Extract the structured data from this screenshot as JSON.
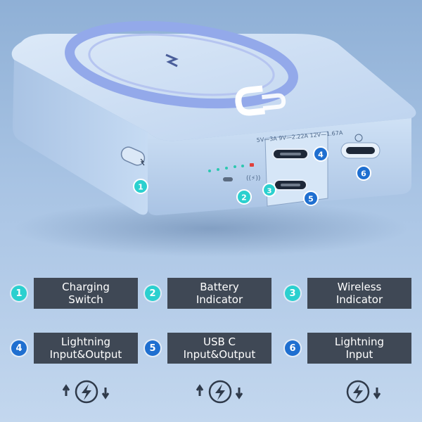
{
  "product": {
    "port_spec_text": "5V—3A  9V—2.22A  12V—1.67A",
    "device_color": "#c8dcf3",
    "ring_color": "#8fa8e6"
  },
  "callouts": [
    {
      "number": "1",
      "line1": "Charging",
      "line2": "Switch"
    },
    {
      "number": "2",
      "line1": "Battery",
      "line2": "Indicator"
    },
    {
      "number": "3",
      "line1": "Wireless",
      "line2": "Indicator"
    },
    {
      "number": "4",
      "line1": "Lightning",
      "line2": "Input&Output"
    },
    {
      "number": "5",
      "line1": "USB C",
      "line2": "Input&Output"
    },
    {
      "number": "6",
      "line1": "Lightning",
      "line2": "Input"
    }
  ],
  "bottom_icons": [
    {
      "name": "bidirectional-charge-icon"
    },
    {
      "name": "bidirectional-charge-icon"
    },
    {
      "name": "input-charge-icon"
    }
  ],
  "colors": {
    "label_bg": "#3f4855",
    "badge_teal": "#2bd0cf",
    "badge_blue": "#1f6fd0"
  }
}
